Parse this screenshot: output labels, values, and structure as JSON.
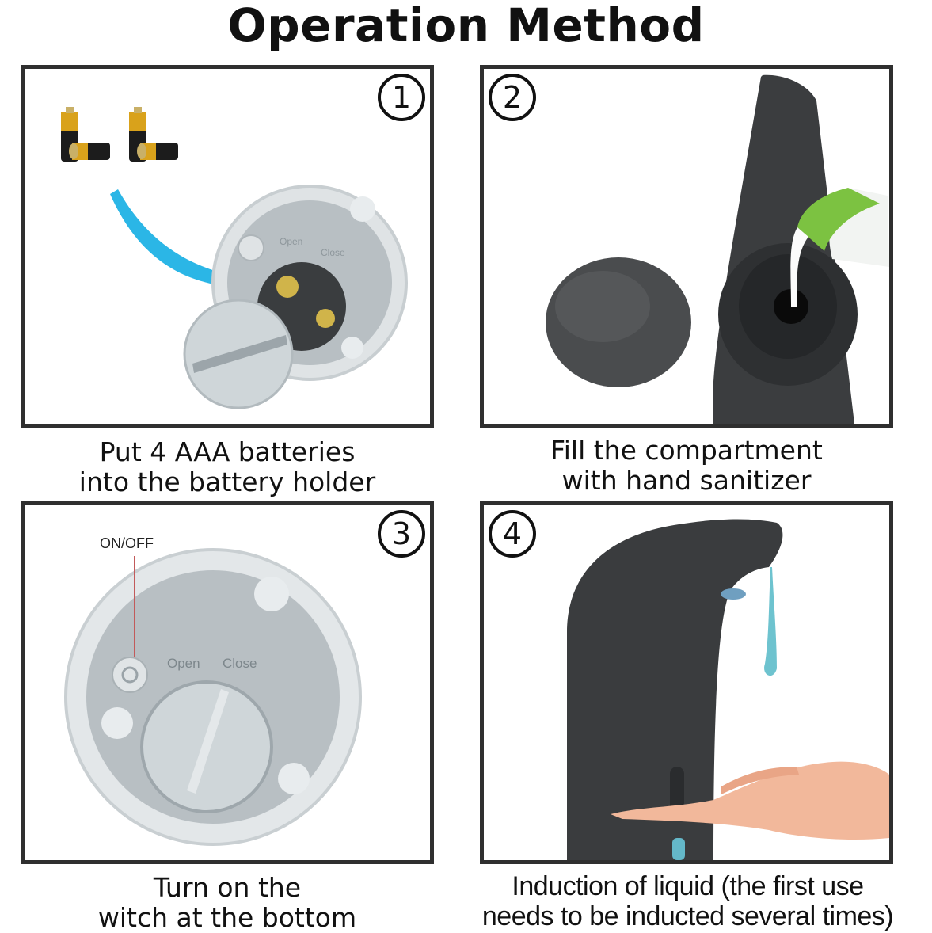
{
  "title": "Operation Method",
  "steps": [
    {
      "number": "1",
      "caption_line1": "Put 4 AAA batteries",
      "caption_line2": "into the battery holder",
      "dial_open": "Open",
      "dial_close": "Close"
    },
    {
      "number": "2",
      "caption_line1": "Fill the compartment",
      "caption_line2": "with hand sanitizer"
    },
    {
      "number": "3",
      "caption_line1": "Turn on the",
      "caption_line2": "witch at the bottom",
      "switch_label": "ON/OFF",
      "dial_open": "Open",
      "dial_close": "Close"
    },
    {
      "number": "4",
      "caption_line1": "Induction of liquid (the first use",
      "caption_line2": "needs to be inducted several times)"
    }
  ]
}
